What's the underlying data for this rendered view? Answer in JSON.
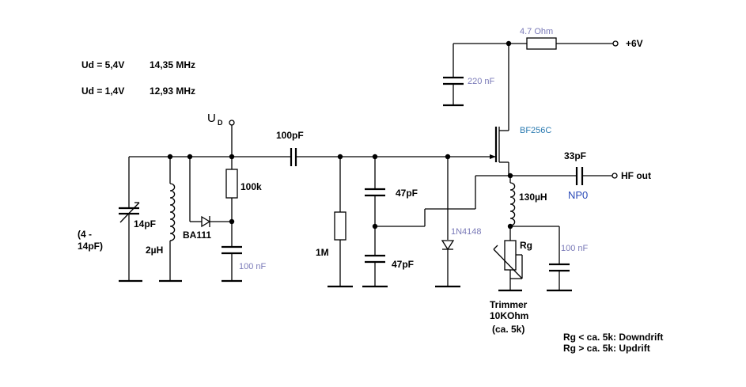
{
  "notes": {
    "line1_a": "Ud = 5,4V",
    "line1_b": "14,35 MHz",
    "line2_a": "Ud = 1,4V",
    "line2_b": "12,93 MHz",
    "rg_low": "Rg < ca. 5k: Downdrift",
    "rg_high": "Rg > ca. 5k: Updrift"
  },
  "components": {
    "r_supply": "4.7  Ohm",
    "supply": "+6V",
    "c_supply": "220 nF",
    "fet": "BF256C",
    "ud_main": "U",
    "ud_sub": "D",
    "c_couple": "100pF",
    "r_bias": "100k",
    "diode_var": "BA111",
    "c_bias": "100 nF",
    "c_var_val": "14pF",
    "c_var_range_1": "(4 -",
    "c_var_range_2": "14pF)",
    "l_tank": "2µH",
    "r_gate": "1M",
    "c_47_top": "47pF",
    "c_47_bottom": "47pF",
    "diode_clamp": "1N4148",
    "c_out": "33pF",
    "hf_out": "HF out",
    "np0": "NP0",
    "l_source": "130µH",
    "rg": "Rg",
    "c_source": "100 nF",
    "trimmer_1": "Trimmer",
    "trimmer_2": "10KOhm",
    "trimmer_3": "(ca. 5k)"
  }
}
